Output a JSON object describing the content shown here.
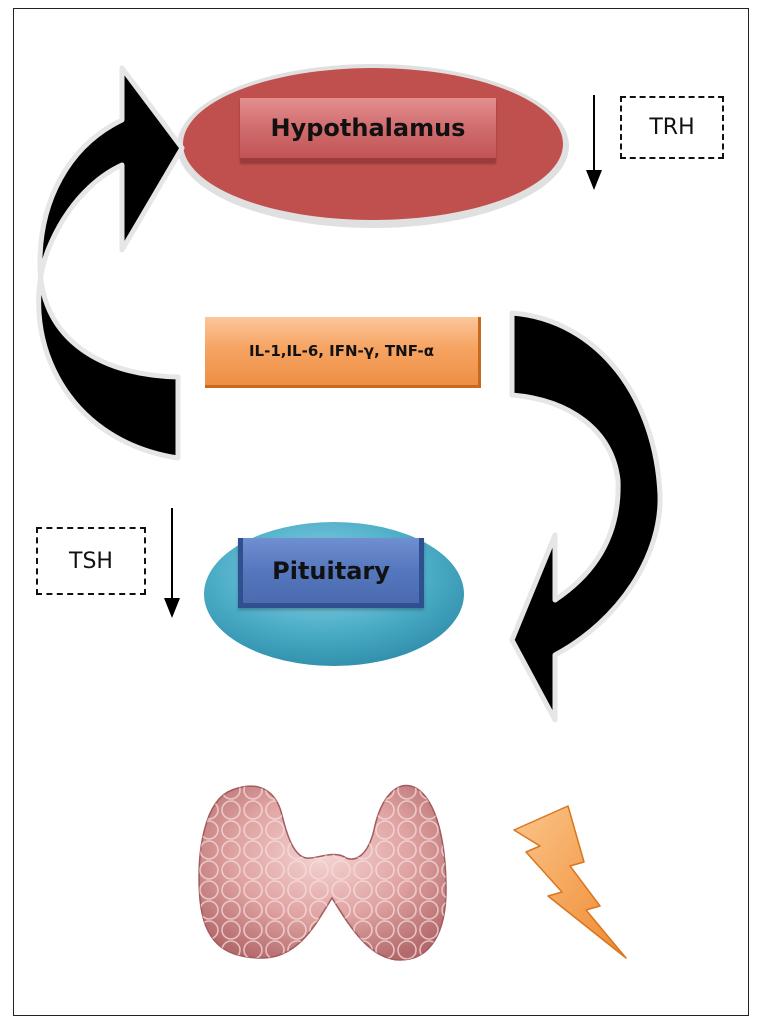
{
  "nodes": {
    "hypothalamus": "Hypothalamus",
    "cytokines": "IL-1,IL-6, IFN-γ, TNF-α",
    "pituitary": "Pituitary"
  },
  "hormones": {
    "trh": "TRH",
    "tsh": "TSH"
  },
  "colors": {
    "hypothalamus_ellipse": "#c0504d",
    "pituitary_ellipse": "#4bacc6",
    "cytokine_box": "#f79646",
    "pituitary_box": "#4f81bd",
    "lightning": "#f79646",
    "thyroid": "#d9a0a0",
    "arrows": "#000000"
  },
  "icons": {
    "thyroid": "thyroid-gland-icon",
    "stress": "lightning-bolt-icon"
  }
}
